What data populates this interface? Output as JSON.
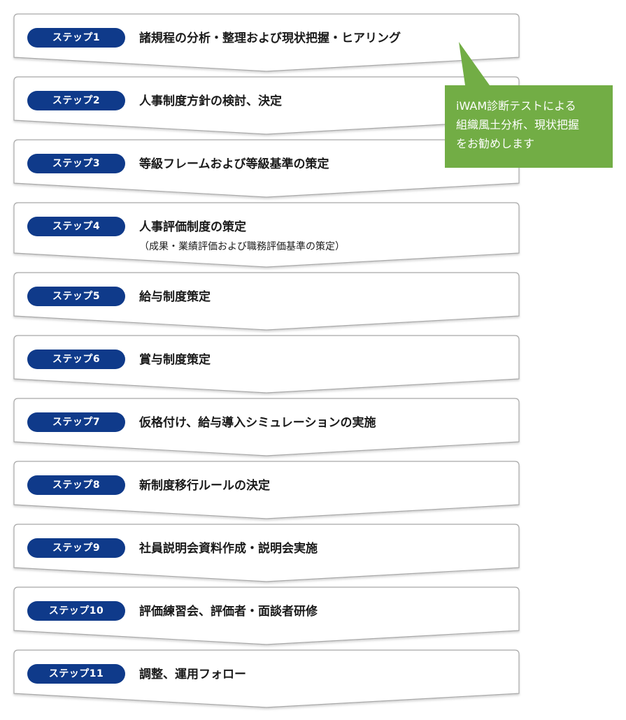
{
  "steps": [
    {
      "label": "ステップ1",
      "title": "諸規程の分析・整理および現状把握・ヒアリング",
      "subtitle": ""
    },
    {
      "label": "ステップ2",
      "title": "人事制度方針の検討、決定",
      "subtitle": ""
    },
    {
      "label": "ステップ3",
      "title": "等級フレームおよび等級基準の策定",
      "subtitle": ""
    },
    {
      "label": "ステップ4",
      "title": "人事評価制度の策定",
      "subtitle": "（成果・業績評価および職務評価基準の策定）"
    },
    {
      "label": "ステップ5",
      "title": "給与制度策定",
      "subtitle": ""
    },
    {
      "label": "ステップ6",
      "title": "賞与制度策定",
      "subtitle": ""
    },
    {
      "label": "ステップ7",
      "title": "仮格付け、給与導入シミュレーションの実施",
      "subtitle": ""
    },
    {
      "label": "ステップ8",
      "title": "新制度移行ルールの決定",
      "subtitle": ""
    },
    {
      "label": "ステップ9",
      "title": "社員説明会資料作成・説明会実施",
      "subtitle": ""
    },
    {
      "label": "ステップ10",
      "title": "評価練習会、評価者・面談者研修",
      "subtitle": ""
    },
    {
      "label": "ステップ11",
      "title": "調整、運用フォロー",
      "subtitle": ""
    }
  ],
  "callout": {
    "lines": [
      "iWAM診断テストによる",
      "組織風土分析、現状把握",
      "をお勧めします"
    ]
  },
  "colors": {
    "pill": "#0f3a8a",
    "callout": "#72ad45",
    "box_border": "#a8a8a8",
    "box_shadow": "#d9d9d9"
  }
}
